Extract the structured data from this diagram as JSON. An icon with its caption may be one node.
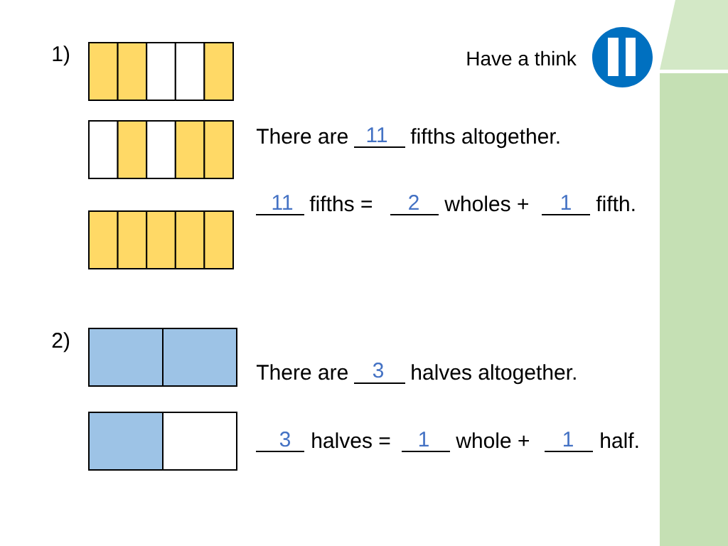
{
  "diagram": {
    "labels": [
      "1)",
      "Have a think",
      "There are",
      "11",
      "fifths altogether.",
      "11",
      "fifths =",
      "2",
      "wholes +",
      "1",
      "fifth.",
      "2)",
      "There are",
      "3",
      "halves altogether.",
      "3",
      "halves =",
      "1",
      "whole +",
      "1",
      "half."
    ]
  }
}
